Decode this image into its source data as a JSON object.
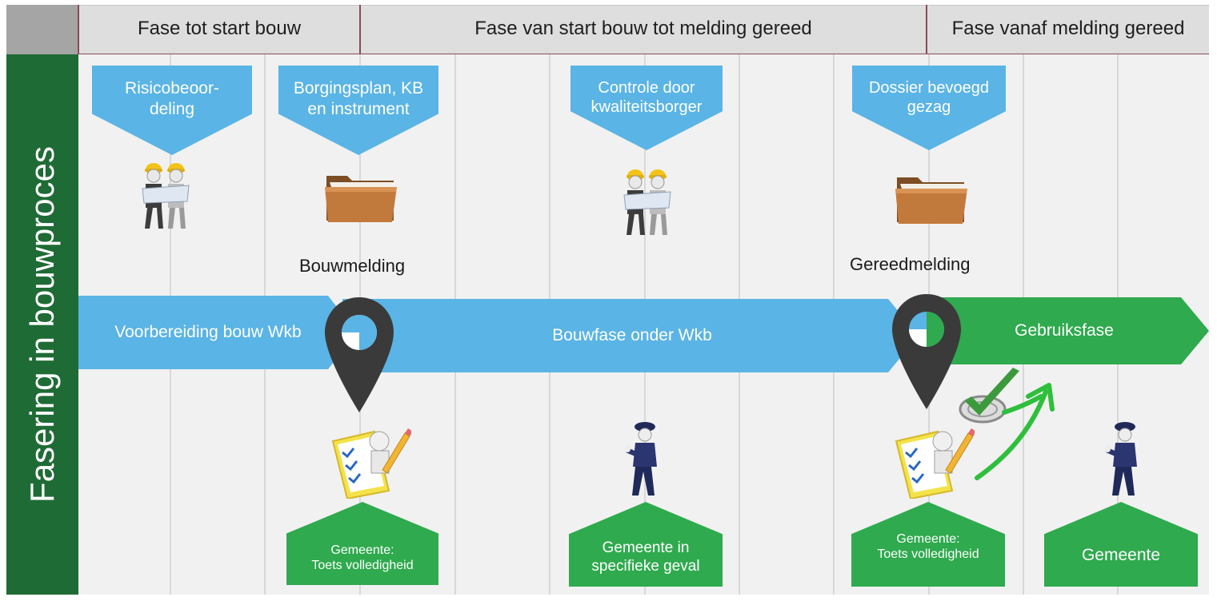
{
  "header": {
    "phases": [
      "Fase tot start bouw",
      "Fase van start bouw tot melding gereed",
      "Fase vanaf melding gereed"
    ]
  },
  "side_title": "Fasering in bouwproces",
  "top_callouts": [
    "Risicobeoor-\ndeling",
    "Borgingsplan, KB\nen instrument",
    "Controle door\nkwaliteitsborger",
    "Dossier bevoegd\ngezag"
  ],
  "milestones": [
    "Bouwmelding",
    "Gereedmelding"
  ],
  "timeline": [
    "Voorbereiding bouw Wkb",
    "Bouwfase onder Wkb",
    "Gebruiksfase"
  ],
  "bottom_callouts": [
    "Gemeente:\nToets volledigheid",
    "Gemeente in\nspecifieke geval",
    "Gemeente:\nToets volledigheid",
    "Gemeente"
  ],
  "colors": {
    "header_bg": "#dedede",
    "header_rule": "#8c4a57",
    "side_green": "#1f6b35",
    "callout_blue": "#5ab4e5",
    "callout_green": "#2faa4e",
    "timeline_blue": "#5ab4e5",
    "timeline_green": "#2faa4e",
    "pin": "#3a3a3a"
  }
}
